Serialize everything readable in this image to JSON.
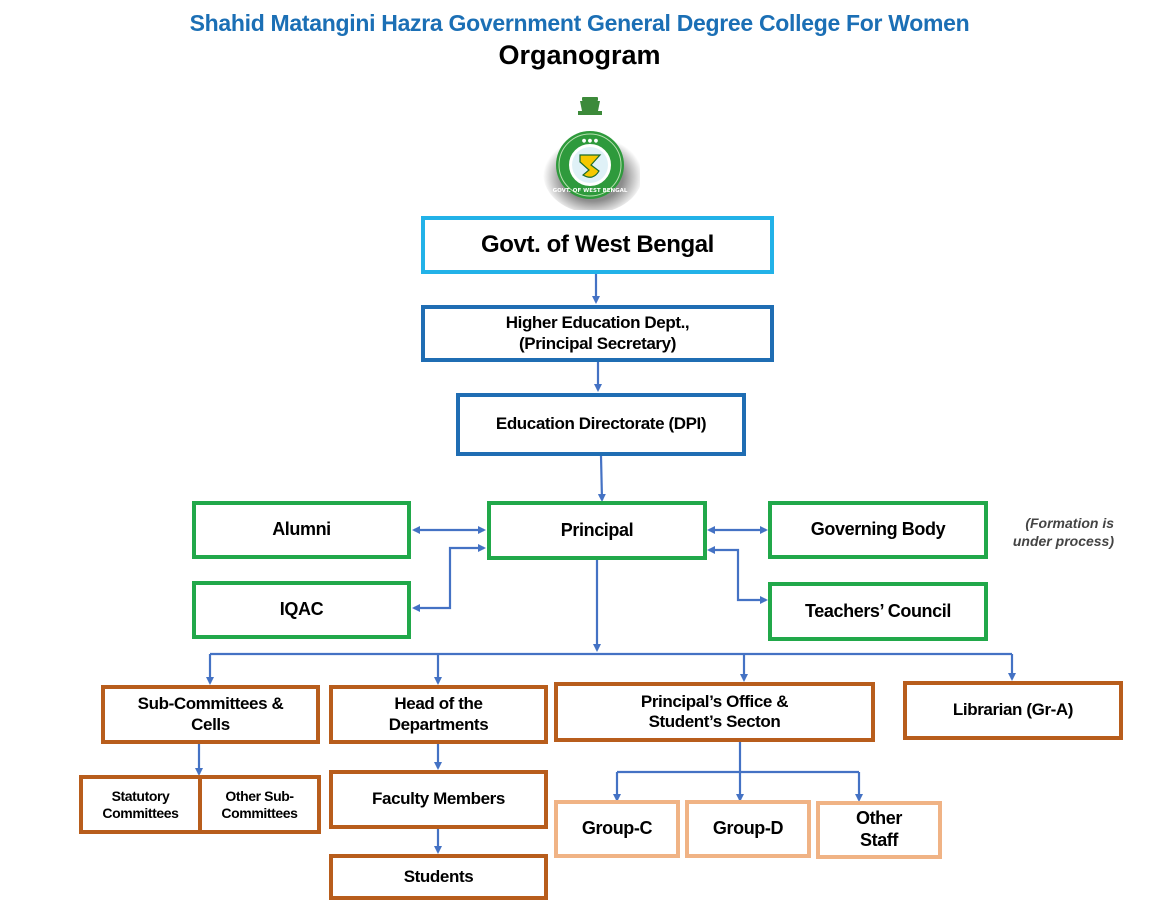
{
  "header": {
    "title": "Shahid Matangini Hazra Government General Degree College For Women",
    "subtitle": "Organogram"
  },
  "emblem": {
    "icon": "west-bengal-emblem-icon",
    "ring_text": "GOVT. OF WEST BENGAL",
    "colors": {
      "ring": "#2e9a3c",
      "inner": "#ffffff",
      "letter": "#ffd400"
    }
  },
  "nodes": {
    "govt": "Govt. of West Bengal",
    "higher_edu_line1": "Higher Education Dept.,",
    "higher_edu_line2": "(Principal Secretary)",
    "directorate": "Education Directorate (DPI)",
    "principal": "Principal",
    "alumni": "Alumni",
    "iqac": "IQAC",
    "governing_body": "Governing Body",
    "governing_note_line1": "(Formation is",
    "governing_note_line2": "under process)",
    "teachers_council": "Teachers’ Council",
    "subcommittees_line1": "Sub-Committees &",
    "subcommittees_line2": "Cells",
    "hod_line1": "Head of the",
    "hod_line2": "Departments",
    "office_line1": "Principal’s Office &",
    "office_line2": "Student’s Secton",
    "librarian": "Librarian (Gr-A)",
    "statutory_line1": "Statutory",
    "statutory_line2": "Committees",
    "other_sub_line1": "Other Sub-",
    "other_sub_line2": "Committees",
    "faculty": "Faculty Members",
    "students": "Students",
    "group_c": "Group-C",
    "group_d": "Group-D",
    "other_staff_line1": "Other",
    "other_staff_line2": "Staff"
  },
  "colors": {
    "connector": "#4472c4",
    "title": "#1b6fb5",
    "cyan_border": "#22b2e8",
    "blue_border": "#1f6db3",
    "green_border": "#21a84a",
    "brown_border": "#b85d1c",
    "peach_border": "#f0b385"
  }
}
